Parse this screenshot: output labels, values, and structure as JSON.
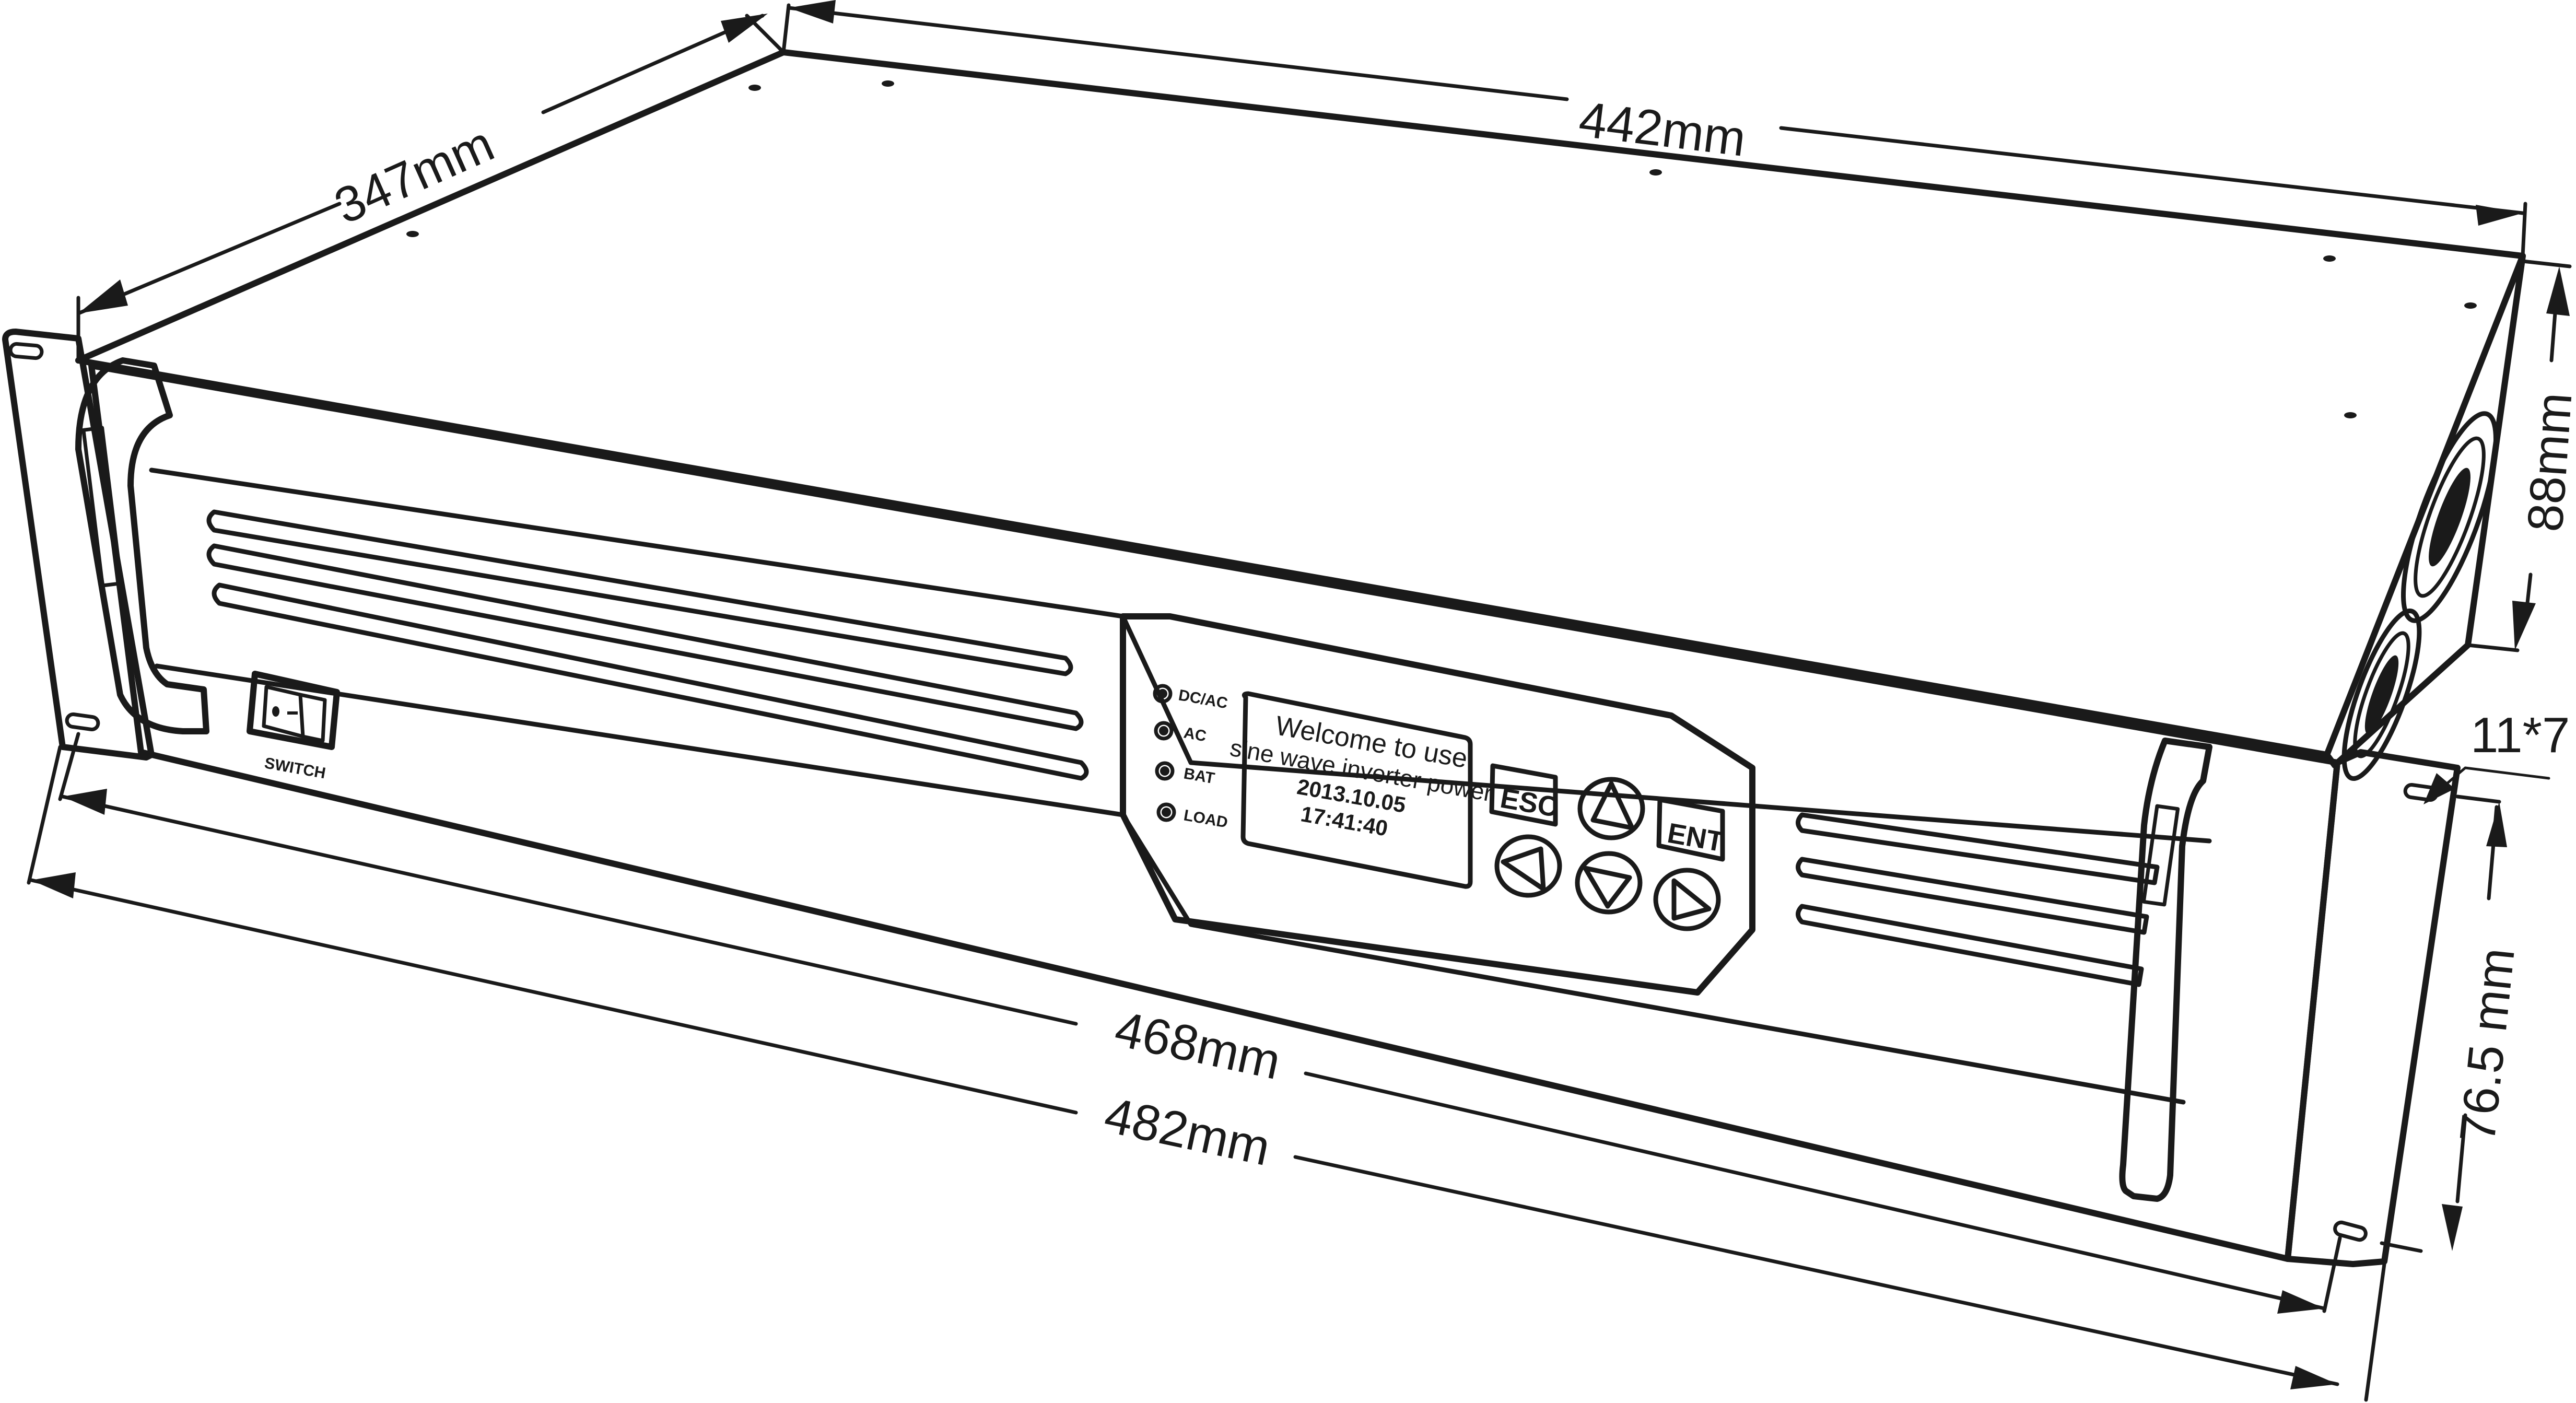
{
  "diagram": {
    "subject": "2U rack-mount sine wave inverter power unit",
    "colors": {
      "line": "#1a1a1a",
      "background": "#ffffff"
    },
    "dimensions": {
      "depth": "347mm",
      "body_width": "442mm",
      "height": "88mm",
      "slot": "11*7",
      "mount_hole_spacing": "76.5 mm",
      "front_width": "468mm",
      "overall_width": "482mm"
    },
    "front_panel": {
      "switch_label": "SWITCH",
      "switch_symbols": {
        "off": "O",
        "on": "—"
      },
      "leds": [
        {
          "label": "DC/AC"
        },
        {
          "label": "AC"
        },
        {
          "label": "BAT"
        },
        {
          "label": "LOAD"
        }
      ],
      "lcd": {
        "line1": "Welcome to use",
        "line2": "sine wave inverter power",
        "date": "2013.10.05",
        "time": "17:41:40"
      },
      "keys": {
        "esc": "ESC",
        "ent": "ENT",
        "up": "up-arrow",
        "down": "down-arrow",
        "left": "left-arrow",
        "right": "right-arrow"
      }
    }
  }
}
